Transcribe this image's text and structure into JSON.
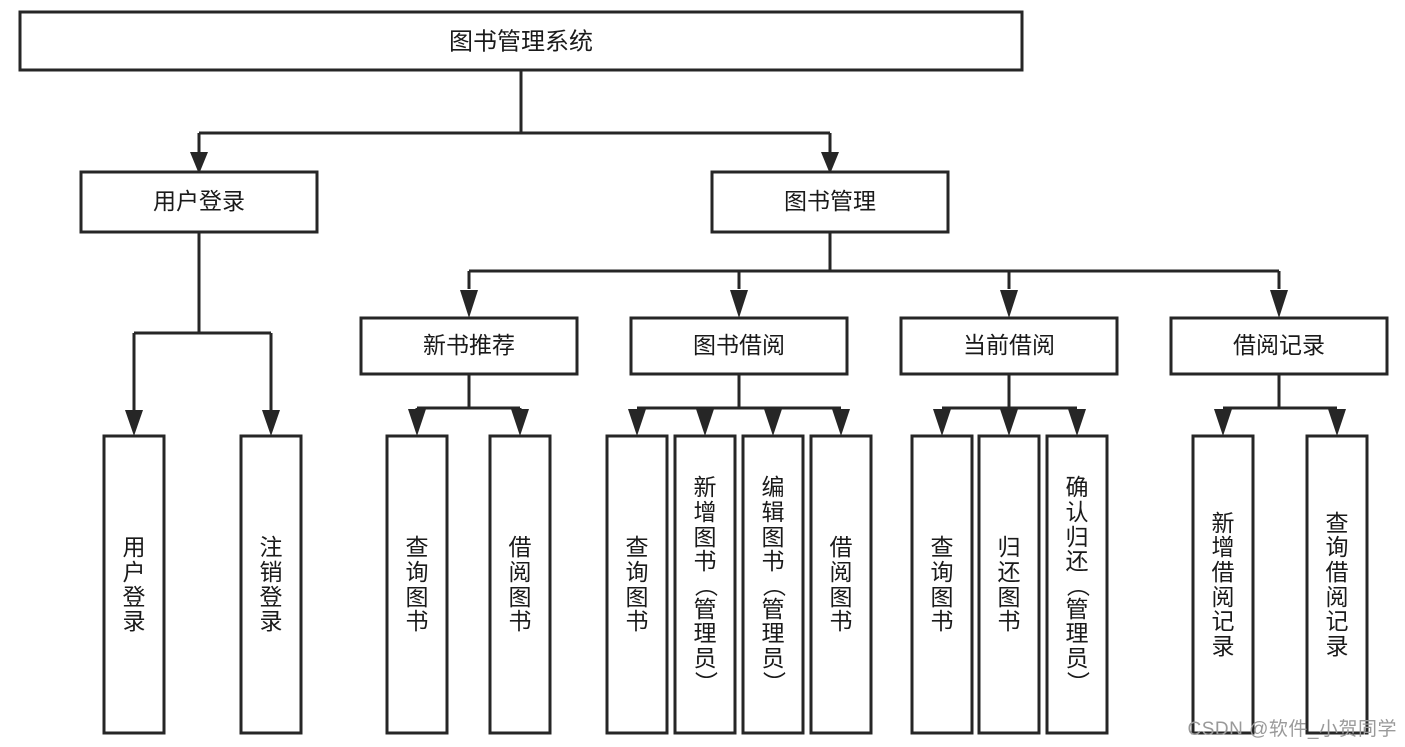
{
  "diagram": {
    "title": "图书管理系统",
    "type": "hierarchy-tree",
    "background_color": "#ffffff",
    "line_color": "#262626",
    "box_fill": "#ffffff",
    "text_color": "#1a1a1a"
  },
  "root": {
    "label": "图书管理系统"
  },
  "level2": [
    {
      "label": "用户登录"
    },
    {
      "label": "图书管理"
    }
  ],
  "level3": [
    {
      "label": "新书推荐"
    },
    {
      "label": "图书借阅"
    },
    {
      "label": "当前借阅"
    },
    {
      "label": "借阅记录"
    }
  ],
  "leaves": {
    "user_login": [
      {
        "label": "用户登录"
      },
      {
        "label": "注销登录"
      }
    ],
    "new_book": [
      {
        "label": "查询图书"
      },
      {
        "label": "借阅图书"
      }
    ],
    "book_borrow": [
      {
        "label": "查询图书"
      },
      {
        "label": "新增图书（管理员）"
      },
      {
        "label": "编辑图书（管理员）"
      },
      {
        "label": "借阅图书"
      }
    ],
    "current_borrow": [
      {
        "label": "查询图书"
      },
      {
        "label": "归还图书"
      },
      {
        "label": "确认归还（管理员）"
      }
    ],
    "borrow_record": [
      {
        "label": "新增借阅记录"
      },
      {
        "label": "查询借阅记录"
      }
    ]
  },
  "watermark": {
    "text": "CSDN @软件_小贺同学"
  },
  "chart_data": {
    "type": "table",
    "title": "图书管理系统 功能结构图",
    "nodes": [
      {
        "id": "root",
        "label": "图书管理系统",
        "level": 0,
        "parent": null
      },
      {
        "id": "n1",
        "label": "用户登录",
        "level": 1,
        "parent": "root"
      },
      {
        "id": "n2",
        "label": "图书管理",
        "level": 1,
        "parent": "root"
      },
      {
        "id": "n1a",
        "label": "用户登录",
        "level": 2,
        "parent": "n1"
      },
      {
        "id": "n1b",
        "label": "注销登录",
        "level": 2,
        "parent": "n1"
      },
      {
        "id": "n2a",
        "label": "新书推荐",
        "level": 2,
        "parent": "n2"
      },
      {
        "id": "n2b",
        "label": "图书借阅",
        "level": 2,
        "parent": "n2"
      },
      {
        "id": "n2c",
        "label": "当前借阅",
        "level": 2,
        "parent": "n2"
      },
      {
        "id": "n2d",
        "label": "借阅记录",
        "level": 2,
        "parent": "n2"
      },
      {
        "id": "n2a1",
        "label": "查询图书",
        "level": 3,
        "parent": "n2a"
      },
      {
        "id": "n2a2",
        "label": "借阅图书",
        "level": 3,
        "parent": "n2a"
      },
      {
        "id": "n2b1",
        "label": "查询图书",
        "level": 3,
        "parent": "n2b"
      },
      {
        "id": "n2b2",
        "label": "新增图书（管理员）",
        "level": 3,
        "parent": "n2b"
      },
      {
        "id": "n2b3",
        "label": "编辑图书（管理员）",
        "level": 3,
        "parent": "n2b"
      },
      {
        "id": "n2b4",
        "label": "借阅图书",
        "level": 3,
        "parent": "n2b"
      },
      {
        "id": "n2c1",
        "label": "查询图书",
        "level": 3,
        "parent": "n2c"
      },
      {
        "id": "n2c2",
        "label": "归还图书",
        "level": 3,
        "parent": "n2c"
      },
      {
        "id": "n2c3",
        "label": "确认归还（管理员）",
        "level": 3,
        "parent": "n2c"
      },
      {
        "id": "n2d1",
        "label": "新增借阅记录",
        "level": 3,
        "parent": "n2d"
      },
      {
        "id": "n2d2",
        "label": "查询借阅记录",
        "level": 3,
        "parent": "n2d"
      }
    ]
  }
}
